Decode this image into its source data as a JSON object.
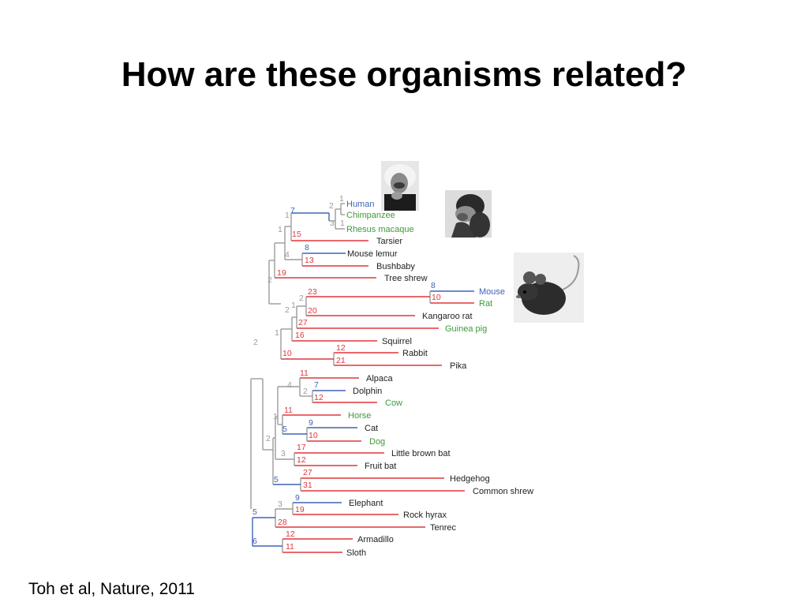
{
  "slide": {
    "title": "How are these organisms related?",
    "citation": "Toh et al, Nature, 2011"
  },
  "colors": {
    "red": "#e0373c",
    "blue": "#3f63b6",
    "gray": "#9b9b9b",
    "green": "#3d9a3a",
    "label": "#222222"
  },
  "photos": [
    {
      "name": "einstein-photo",
      "subject": "Einstein portrait"
    },
    {
      "name": "chimpanzee-photo",
      "subject": "Chimpanzee"
    },
    {
      "name": "mouse-photo",
      "subject": "Mouse"
    }
  ],
  "tree": {
    "leaves": [
      {
        "label": "Human",
        "color": "blue"
      },
      {
        "label": "Chimpanzee",
        "color": "green"
      },
      {
        "label": "Rhesus macaque",
        "color": "green"
      },
      {
        "label": "Tarsier",
        "color": "label"
      },
      {
        "label": "Mouse lemur",
        "color": "label"
      },
      {
        "label": "Bushbaby",
        "color": "label"
      },
      {
        "label": "Tree shrew",
        "color": "label"
      },
      {
        "label": "Mouse",
        "color": "blue"
      },
      {
        "label": "Rat",
        "color": "green"
      },
      {
        "label": "Kangaroo rat",
        "color": "label"
      },
      {
        "label": "Guinea pig",
        "color": "green"
      },
      {
        "label": "Squirrel",
        "color": "label"
      },
      {
        "label": "Rabbit",
        "color": "label"
      },
      {
        "label": "Pika",
        "color": "label"
      },
      {
        "label": "Alpaca",
        "color": "label"
      },
      {
        "label": "Dolphin",
        "color": "label"
      },
      {
        "label": "Cow",
        "color": "green"
      },
      {
        "label": "Horse",
        "color": "green"
      },
      {
        "label": "Cat",
        "color": "label"
      },
      {
        "label": "Dog",
        "color": "green"
      },
      {
        "label": "Little brown bat",
        "color": "label"
      },
      {
        "label": "Fruit bat",
        "color": "label"
      },
      {
        "label": "Hedgehog",
        "color": "label"
      },
      {
        "label": "Common shrew",
        "color": "label"
      },
      {
        "label": "Elephant",
        "color": "label"
      },
      {
        "label": "Rock hyrax",
        "color": "label"
      },
      {
        "label": "Tenrec",
        "color": "label"
      },
      {
        "label": "Armadillo",
        "color": "label"
      },
      {
        "label": "Sloth",
        "color": "label"
      }
    ],
    "branch_values": [
      {
        "label": "1",
        "color": "gray"
      },
      {
        "label": "2",
        "color": "gray"
      },
      {
        "label": "7",
        "color": "blue"
      },
      {
        "label": "1",
        "color": "gray"
      },
      {
        "label": "3",
        "color": "gray"
      },
      {
        "label": "1",
        "color": "gray"
      },
      {
        "label": "1",
        "color": "gray"
      },
      {
        "label": "15",
        "color": "red"
      },
      {
        "label": "8",
        "color": "blue"
      },
      {
        "label": "4",
        "color": "gray"
      },
      {
        "label": "13",
        "color": "red"
      },
      {
        "label": "19",
        "color": "red"
      },
      {
        "label": "2",
        "color": "gray"
      },
      {
        "label": "8",
        "color": "blue"
      },
      {
        "label": "23",
        "color": "red"
      },
      {
        "label": "10",
        "color": "red"
      },
      {
        "label": "2",
        "color": "gray"
      },
      {
        "label": "1",
        "color": "gray"
      },
      {
        "label": "2",
        "color": "gray"
      },
      {
        "label": "20",
        "color": "red"
      },
      {
        "label": "27",
        "color": "red"
      },
      {
        "label": "16",
        "color": "red"
      },
      {
        "label": "1",
        "color": "gray"
      },
      {
        "label": "12",
        "color": "red"
      },
      {
        "label": "21",
        "color": "red"
      },
      {
        "label": "10",
        "color": "red"
      },
      {
        "label": "2",
        "color": "gray"
      },
      {
        "label": "11",
        "color": "red"
      },
      {
        "label": "4",
        "color": "gray"
      },
      {
        "label": "7",
        "color": "blue"
      },
      {
        "label": "2",
        "color": "gray"
      },
      {
        "label": "12",
        "color": "red"
      },
      {
        "label": "11",
        "color": "red"
      },
      {
        "label": "1",
        "color": "gray"
      },
      {
        "label": "9",
        "color": "blue"
      },
      {
        "label": "5",
        "color": "blue"
      },
      {
        "label": "10",
        "color": "red"
      },
      {
        "label": "2",
        "color": "gray"
      },
      {
        "label": "17",
        "color": "red"
      },
      {
        "label": "3",
        "color": "gray"
      },
      {
        "label": "12",
        "color": "red"
      },
      {
        "label": "27",
        "color": "red"
      },
      {
        "label": "5",
        "color": "blue"
      },
      {
        "label": "31",
        "color": "red"
      },
      {
        "label": "9",
        "color": "blue"
      },
      {
        "label": "3",
        "color": "gray"
      },
      {
        "label": "19",
        "color": "red"
      },
      {
        "label": "28",
        "color": "red"
      },
      {
        "label": "5",
        "color": "blue"
      },
      {
        "label": "12",
        "color": "red"
      },
      {
        "label": "6",
        "color": "blue"
      },
      {
        "label": "11",
        "color": "red"
      }
    ]
  }
}
